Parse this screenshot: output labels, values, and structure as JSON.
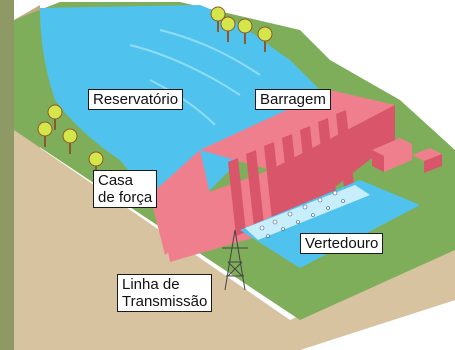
{
  "labels": {
    "reservatorio": "Reservatório",
    "barragem": "Barragem",
    "casa_de_forca_line1": "Casa",
    "casa_de_forca_line2": "de força",
    "vertedouro": "Vertedouro",
    "linha_de_transmissao_line1": "Linha de",
    "linha_de_transmissao_line2": "Transmissão"
  },
  "colors": {
    "sidebar": "#8d9a66",
    "grass": "#7fae5a",
    "soil": "#d8c3a0",
    "soil_dark": "#c3aa82",
    "water": "#4fc3ee",
    "water_light": "#8fdcf6",
    "dam": "#f07f8d",
    "dam_dark": "#d9566a",
    "tree_foliage": "#d5e64a",
    "tree_trunk": "#8a5a2b"
  }
}
